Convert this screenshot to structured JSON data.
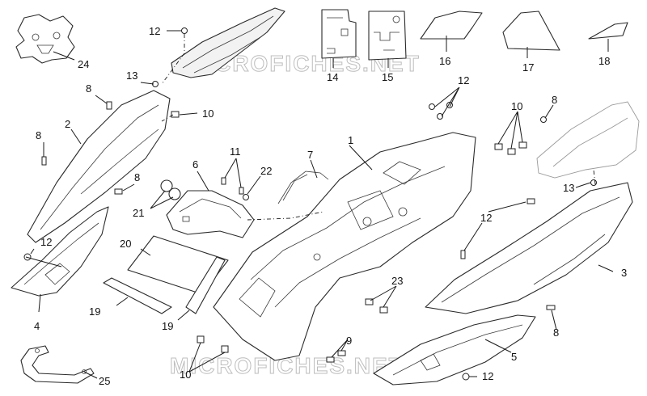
{
  "watermark": "MICROFICHES.NET",
  "callouts": [
    {
      "id": "c12a",
      "label": "12"
    },
    {
      "id": "c24",
      "label": "24"
    },
    {
      "id": "c14",
      "label": "14"
    },
    {
      "id": "c15",
      "label": "15"
    },
    {
      "id": "c16",
      "label": "16"
    },
    {
      "id": "c17",
      "label": "17"
    },
    {
      "id": "c18",
      "label": "18"
    },
    {
      "id": "c13a",
      "label": "13"
    },
    {
      "id": "c8a",
      "label": "8"
    },
    {
      "id": "c10a",
      "label": "10"
    },
    {
      "id": "c2",
      "label": "2"
    },
    {
      "id": "c8b",
      "label": "8"
    },
    {
      "id": "c12b",
      "label": "12"
    },
    {
      "id": "c10b",
      "label": "10"
    },
    {
      "id": "c12c",
      "label": "12"
    },
    {
      "id": "c11",
      "label": "11"
    },
    {
      "id": "c7",
      "label": "7"
    },
    {
      "id": "c1",
      "label": "1"
    },
    {
      "id": "c6",
      "label": "6"
    },
    {
      "id": "c22",
      "label": "22"
    },
    {
      "id": "c8c",
      "label": "8"
    },
    {
      "id": "c21",
      "label": "21"
    },
    {
      "id": "c13b",
      "label": "13"
    },
    {
      "id": "c8d",
      "label": "8"
    },
    {
      "id": "c12d",
      "label": "12"
    },
    {
      "id": "c20",
      "label": "20"
    },
    {
      "id": "c3",
      "label": "3"
    },
    {
      "id": "c4",
      "label": "4"
    },
    {
      "id": "c23",
      "label": "23"
    },
    {
      "id": "c19a",
      "label": "19"
    },
    {
      "id": "c19b",
      "label": "19"
    },
    {
      "id": "c8e",
      "label": "8"
    },
    {
      "id": "c9",
      "label": "9"
    },
    {
      "id": "c5",
      "label": "5"
    },
    {
      "id": "c10c",
      "label": "10"
    },
    {
      "id": "c12e",
      "label": "12"
    },
    {
      "id": "c25",
      "label": "25"
    }
  ]
}
